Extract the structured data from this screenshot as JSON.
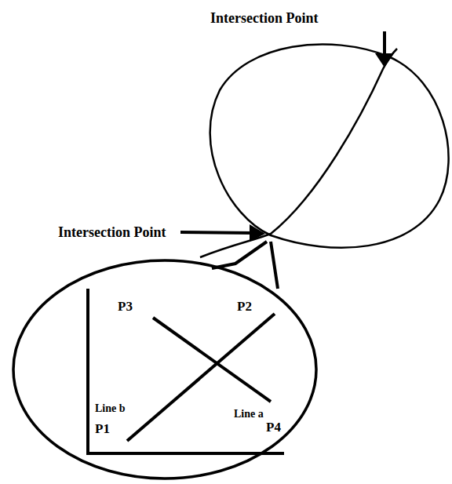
{
  "diagram": {
    "nodes": [
      {
        "text": [
          "P3",
          "P2",
          "Line b",
          "Line a",
          "P1",
          "P4"
        ]
      }
    ],
    "labels": [
      "Intersection Point",
      "Intersection Point"
    ]
  }
}
